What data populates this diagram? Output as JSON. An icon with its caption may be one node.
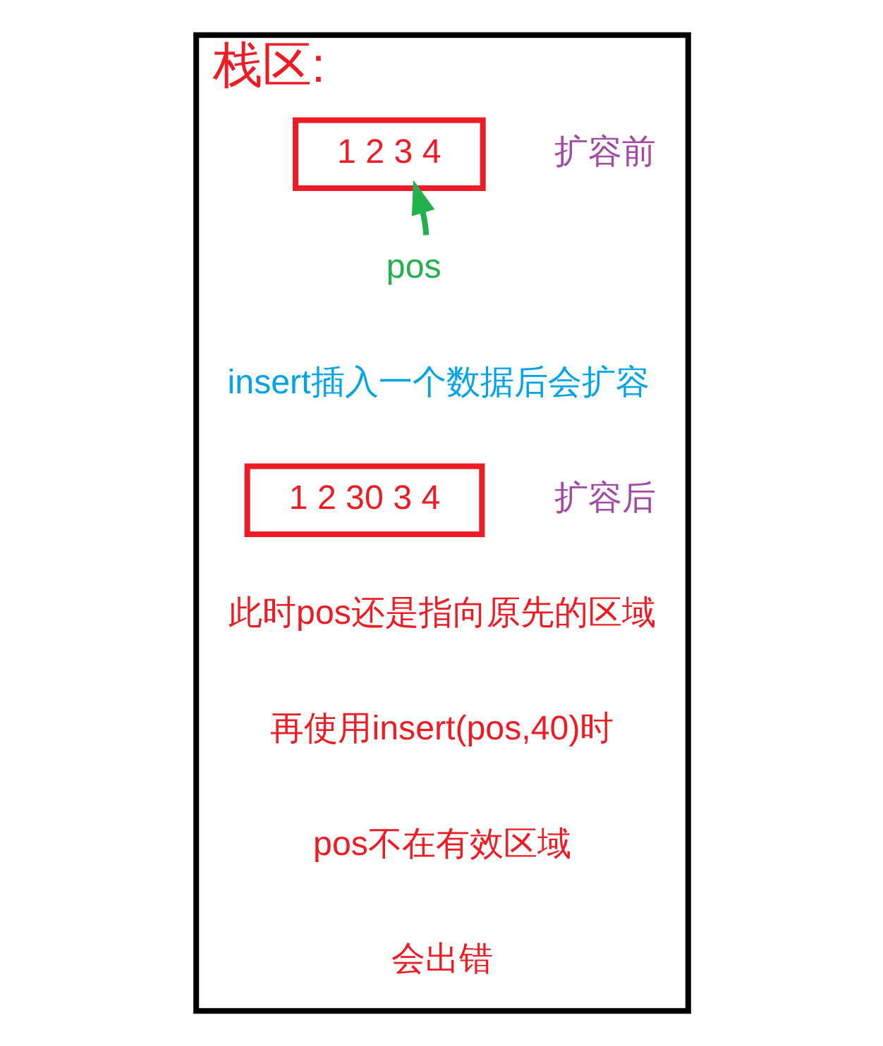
{
  "diagram": {
    "nodes": [
      {
        "text": [
          "栈区:"
        ]
      },
      {
        "text": [
          "1 2 3 4"
        ],
        "in": 0,
        "beside": [
          "扩容前"
        ]
      },
      {
        "text": [
          "pos"
        ],
        "in": 0
      },
      {
        "text": [
          "1 2 30 3 4"
        ],
        "in": 0,
        "beside": [
          "扩容后"
        ]
      }
    ],
    "edges": [
      {
        "from": 2,
        "to": 1,
        "arrow": "to",
        "color": "#22b14c"
      }
    ],
    "labels": [
      "insert插入一个数据后会扩容",
      "此时pos还是指向原先的区域",
      "再使用insert(pos,40)时",
      "pos不在有效区域",
      "会出错"
    ]
  }
}
